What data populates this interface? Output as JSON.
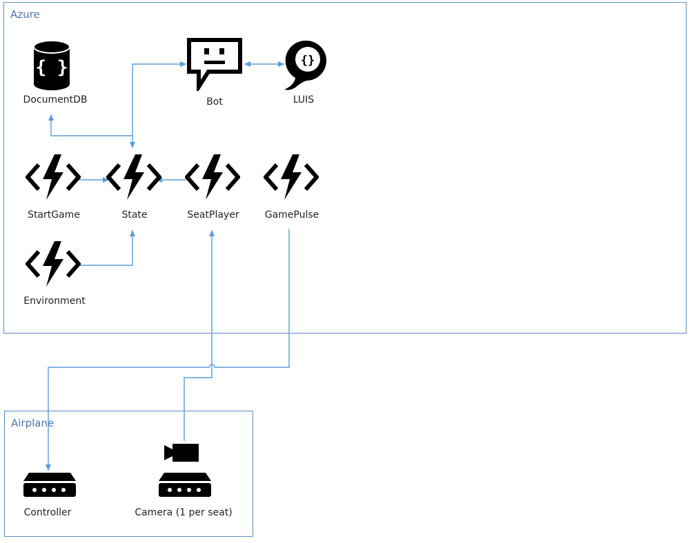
{
  "groups": {
    "azure": {
      "title": "Azure"
    },
    "airplane": {
      "title": "Airplane"
    }
  },
  "nodes": {
    "documentdb": {
      "label": "DocumentDB",
      "icon": "database-icon"
    },
    "bot": {
      "label": "Bot",
      "icon": "bot-chat-icon"
    },
    "luis": {
      "label": "LUIS",
      "icon": "luis-icon"
    },
    "startgame": {
      "label": "StartGame",
      "icon": "function-icon"
    },
    "state": {
      "label": "State",
      "icon": "function-icon"
    },
    "seatplayer": {
      "label": "SeatPlayer",
      "icon": "function-icon"
    },
    "gamepulse": {
      "label": "GamePulse",
      "icon": "function-icon"
    },
    "environment": {
      "label": "Environment",
      "icon": "function-icon"
    },
    "controller": {
      "label": "Controller",
      "icon": "device-icon"
    },
    "camera": {
      "label": "Camera (1 per seat)",
      "icon": "camera-device-icon"
    }
  },
  "colors": {
    "border": "#5b8cbf",
    "connector": "#5b9bd5",
    "title": "#4a76a8",
    "icon": "#000000"
  }
}
